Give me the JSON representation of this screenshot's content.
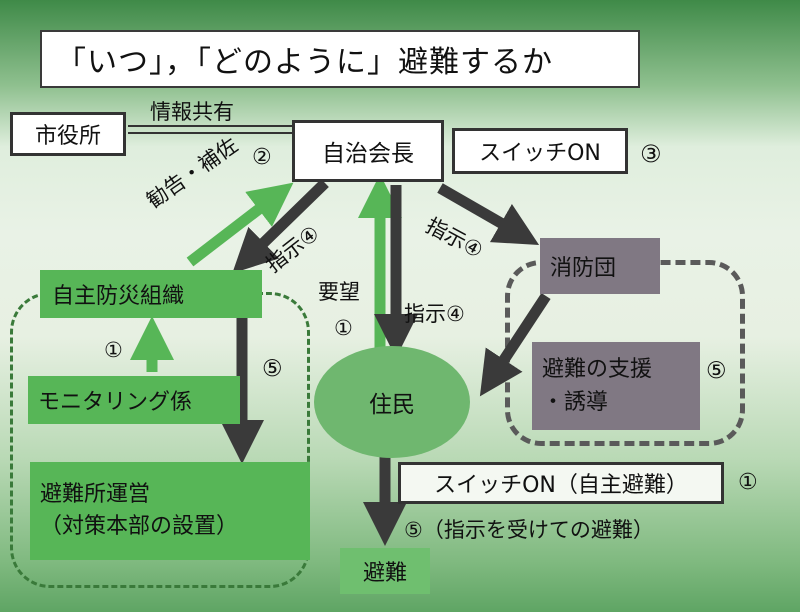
{
  "title": "「いつ」，「どのように」避難するか",
  "boxes": {
    "city_hall": "市役所",
    "chairman": "自治会長",
    "switch_on": "スイッチON",
    "fire_brigade": "消防団",
    "disaster_org": "自主防災組織",
    "monitoring": "モニタリング係",
    "shelter_op_line1": "避難所運営",
    "shelter_op_line2": "（対策本部の設置）",
    "support_line1": "避難の支援",
    "support_line2": "・誘導",
    "residents": "住民",
    "switch_on_self": "スイッチON（自主避難）",
    "evacuation": "避難"
  },
  "labels": {
    "info_share": "情報共有",
    "advice": "勧告・補佐",
    "circle2": "②",
    "circle3": "③",
    "instruct_left": "指示④",
    "instruct_right": "指示④",
    "instruct_center": "指示④",
    "request": "要望",
    "circle1_request": "①",
    "circle1_monitor": "①",
    "circle5_left": "⑤",
    "circle5_support": "⑤",
    "circle1_self": "①",
    "evac_by_instruction": "⑤（指示を受けての避難）"
  },
  "colors": {
    "green_box": "#57b657",
    "gray_box": "#807883",
    "dark_arrow": "#3a3a3a",
    "green_arrow": "#57b657"
  }
}
